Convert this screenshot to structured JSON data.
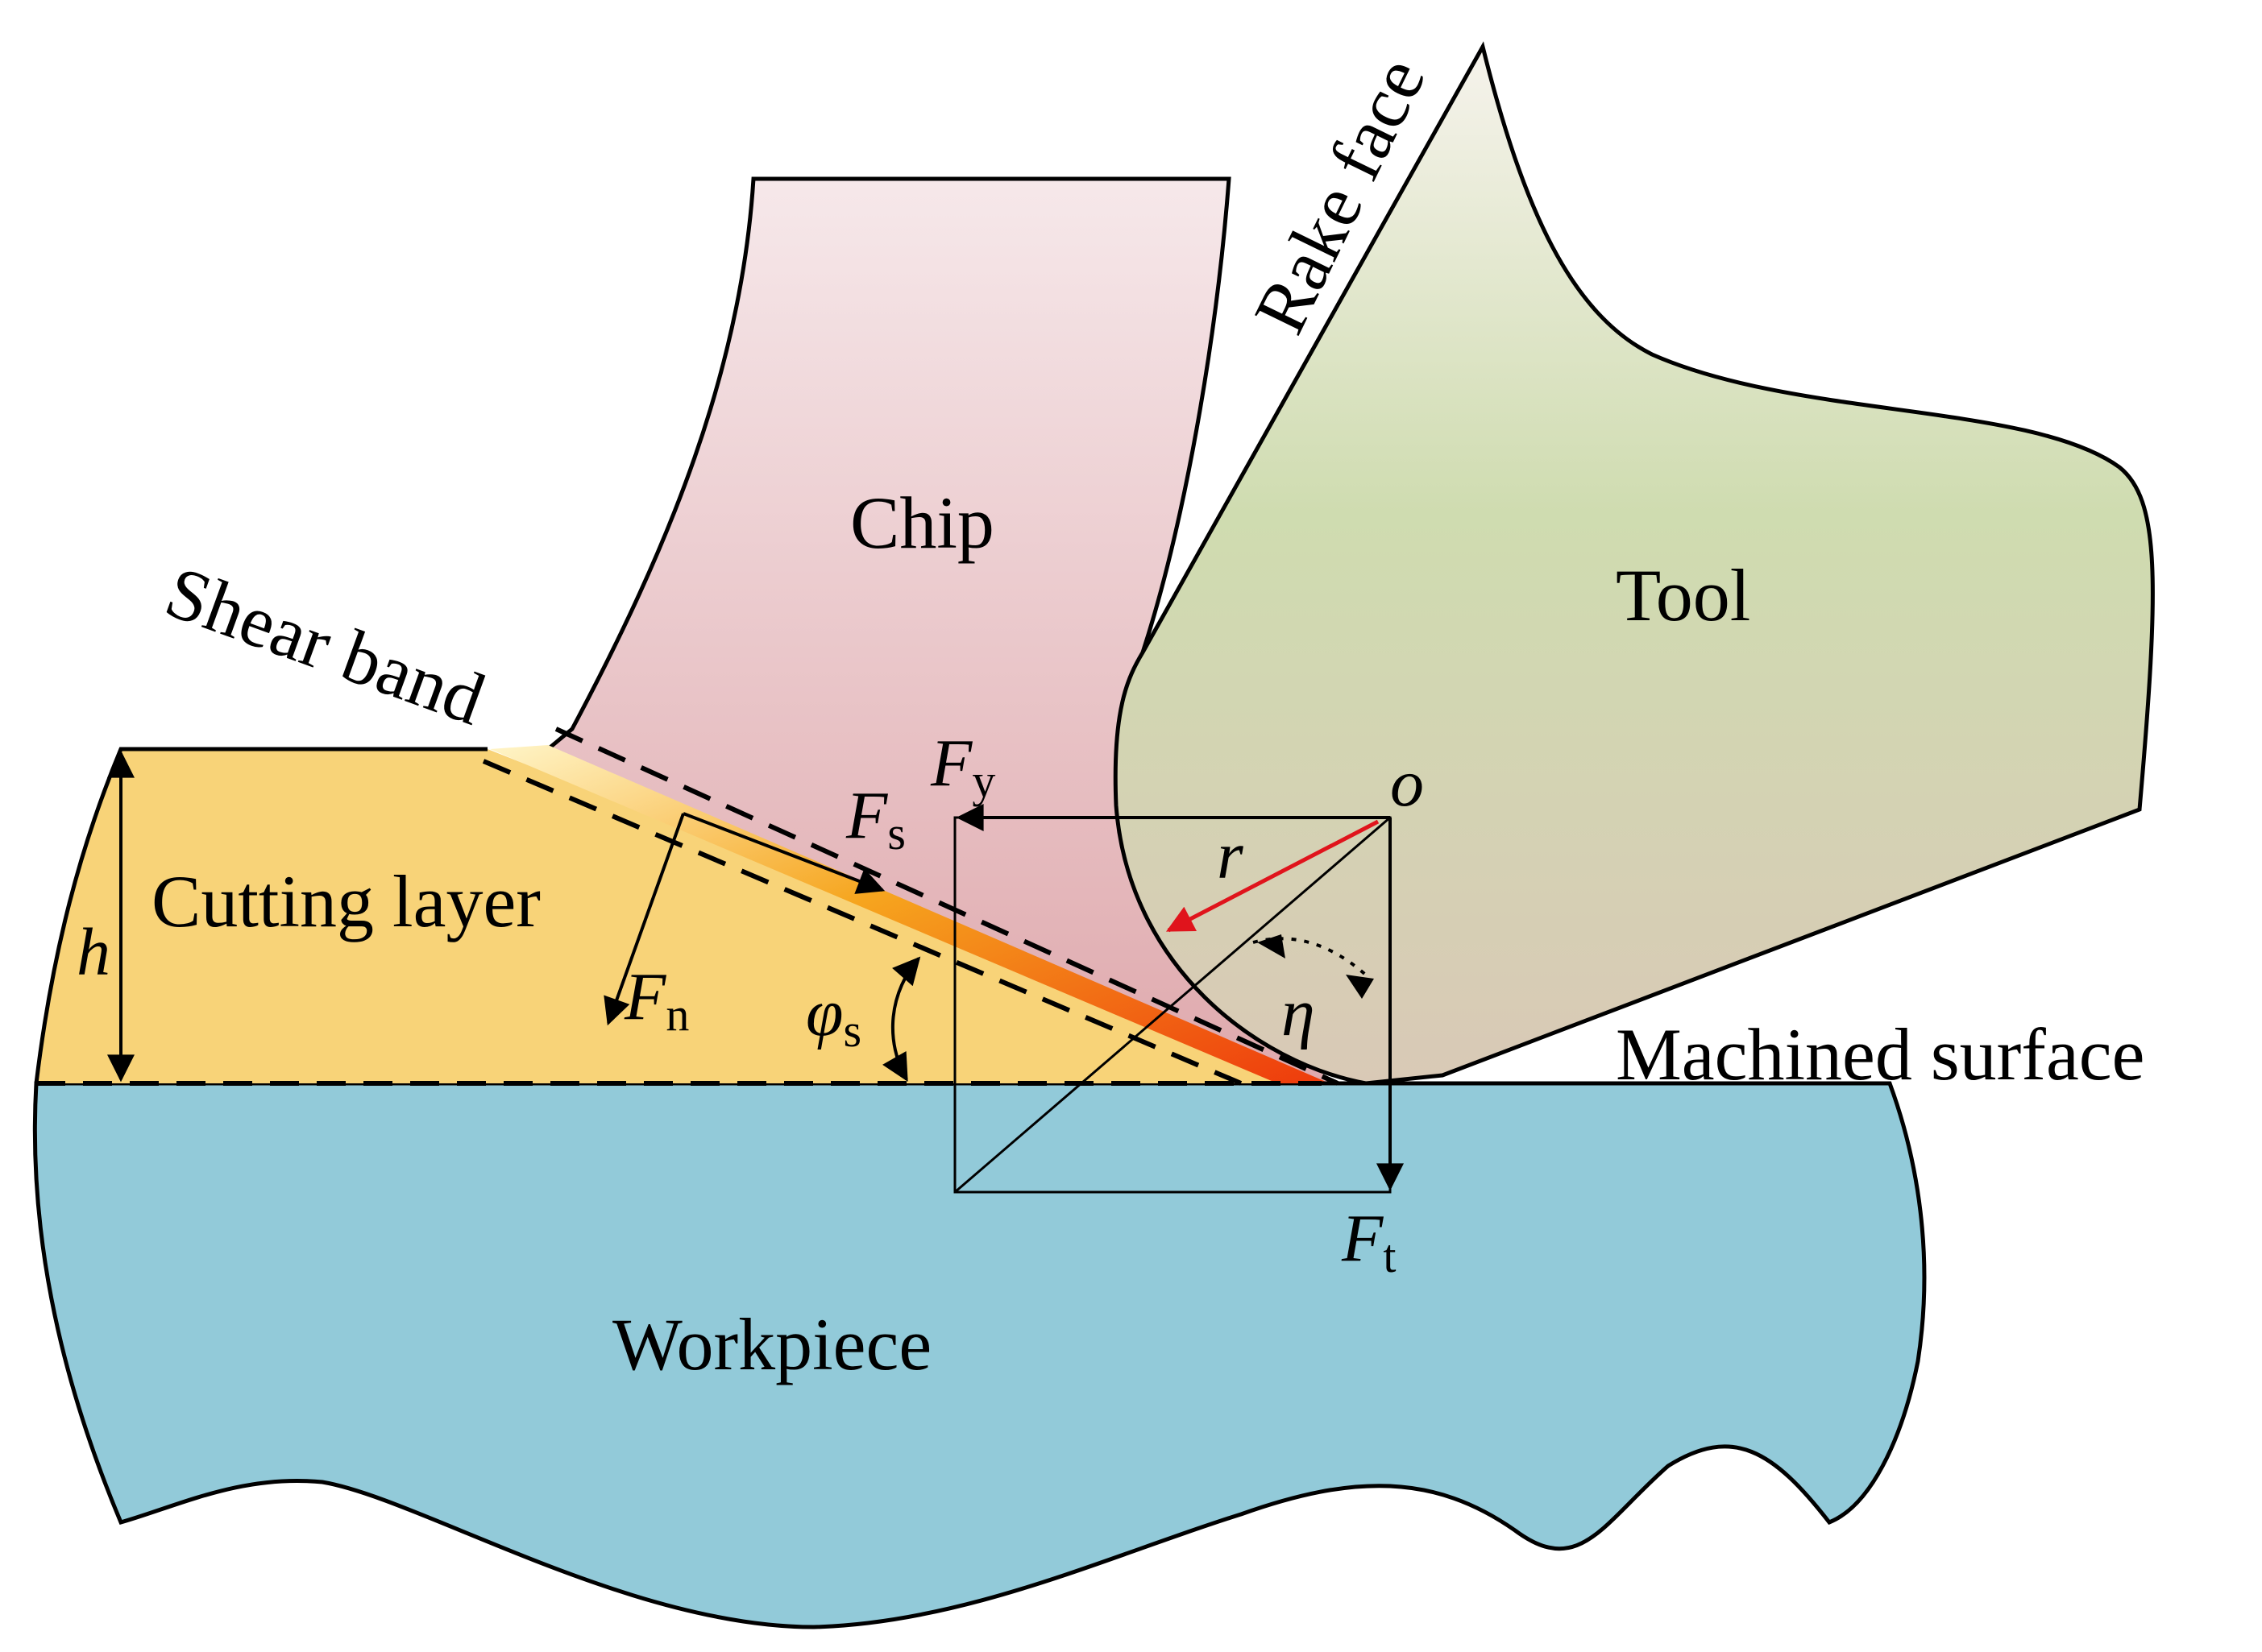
{
  "labels": {
    "rake_face": "Rake face",
    "chip": "Chip",
    "tool": "Tool",
    "shear_band": "Shear band",
    "cutting_layer": "Cutting layer",
    "machined_surface": "Machined surface",
    "workpiece": "Workpiece",
    "h": "h",
    "o": "o",
    "r": "r",
    "eta": "η",
    "phi": "φ",
    "phi_sub": "s",
    "F": "F",
    "fy_sub": "y",
    "fs_sub": "s",
    "fn_sub": "n",
    "ft_sub": "t"
  },
  "colors": {
    "chip": "#e2b3b6",
    "tool": "#c8d6a6",
    "cutting_layer": "#f8d378",
    "workpiece": "#92cad9",
    "shear_band": "#f05a14",
    "tool_radius_arrow": "#e0141c"
  }
}
